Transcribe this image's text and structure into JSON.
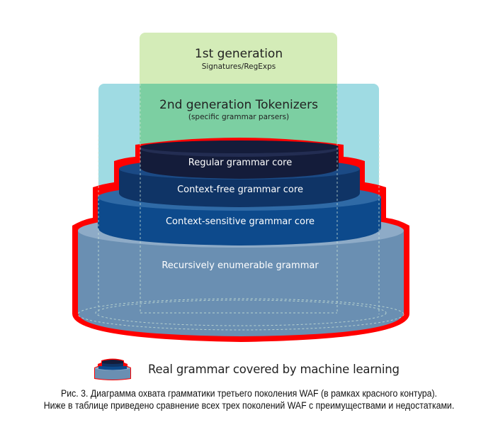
{
  "diagram": {
    "generations": [
      {
        "title": "1st generation",
        "subtitle": "Signatures/RegExps",
        "color": "#d4ecb8"
      },
      {
        "title": "2nd generation Tokenizers",
        "subtitle": "(specific grammar parsers)",
        "color": "#9fdbe3"
      }
    ],
    "overlap_color": "#7ccfa2",
    "tiers": [
      {
        "label": "Regular grammar core",
        "color": "#141c3a",
        "top_color": "#232d52"
      },
      {
        "label": "Context-free grammar core",
        "color": "#0f3466",
        "top_color": "#1b4a85"
      },
      {
        "label": "Context-sensitive grammar core",
        "color": "#0d4a8c",
        "top_color": "#2f6aa6"
      },
      {
        "label": "Recursively enumerable grammar",
        "color": "#6a8fb2",
        "top_color": "#8eabc7"
      }
    ],
    "outline_color": "#ff0000"
  },
  "legend": {
    "label": "Real grammar covered by machine learning"
  },
  "caption": {
    "line1": "Рис. 3. Диаграмма охвата грамматики третьего поколения WAF (в рамках красного контура).",
    "line2": "Ниже в таблице приведено сравнение всех трех поколений WAF с преимуществами и недостатками."
  }
}
